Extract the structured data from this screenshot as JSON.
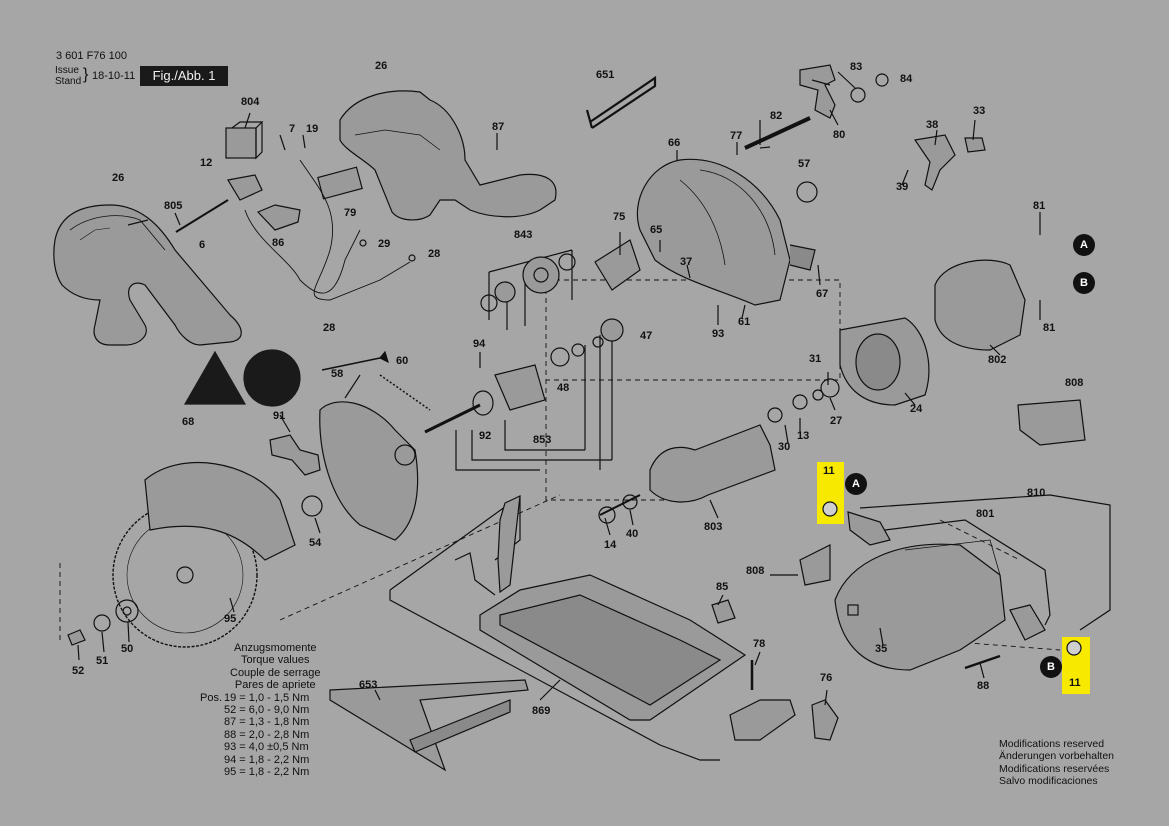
{
  "header": {
    "part_number": "3 601 F76 100",
    "issue_label": "Issue",
    "stand_label": "Stand",
    "date": "18-10-11",
    "figure_label": "Fig./Abb. 1"
  },
  "callouts": [
    {
      "id": "c804",
      "text": "804"
    },
    {
      "id": "c26a",
      "text": "26"
    },
    {
      "id": "c7",
      "text": "7"
    },
    {
      "id": "c19",
      "text": "19"
    },
    {
      "id": "c12",
      "text": "12"
    },
    {
      "id": "c26b",
      "text": "26"
    },
    {
      "id": "c805",
      "text": "805"
    },
    {
      "id": "c6",
      "text": "6"
    },
    {
      "id": "c79",
      "text": "79"
    },
    {
      "id": "c86",
      "text": "86"
    },
    {
      "id": "c29",
      "text": "29"
    },
    {
      "id": "c28a",
      "text": "28"
    },
    {
      "id": "c28b",
      "text": "28"
    },
    {
      "id": "c87",
      "text": "87"
    },
    {
      "id": "c651",
      "text": "651"
    },
    {
      "id": "c66",
      "text": "66"
    },
    {
      "id": "c77",
      "text": "77"
    },
    {
      "id": "c82",
      "text": "82"
    },
    {
      "id": "c83",
      "text": "83"
    },
    {
      "id": "c84",
      "text": "84"
    },
    {
      "id": "c80",
      "text": "80"
    },
    {
      "id": "c33",
      "text": "33"
    },
    {
      "id": "c38",
      "text": "38"
    },
    {
      "id": "c39",
      "text": "39"
    },
    {
      "id": "c57",
      "text": "57"
    },
    {
      "id": "c843",
      "text": "843"
    },
    {
      "id": "c75",
      "text": "75"
    },
    {
      "id": "c65",
      "text": "65"
    },
    {
      "id": "c37",
      "text": "37"
    },
    {
      "id": "c67",
      "text": "67"
    },
    {
      "id": "c81a",
      "text": "81"
    },
    {
      "id": "c81b",
      "text": "81"
    },
    {
      "id": "c802",
      "text": "802"
    },
    {
      "id": "c94",
      "text": "94"
    },
    {
      "id": "c47",
      "text": "47"
    },
    {
      "id": "c93",
      "text": "93"
    },
    {
      "id": "c61",
      "text": "61"
    },
    {
      "id": "c60",
      "text": "60"
    },
    {
      "id": "c58",
      "text": "58"
    },
    {
      "id": "c48",
      "text": "48"
    },
    {
      "id": "c92",
      "text": "92"
    },
    {
      "id": "c853",
      "text": "853"
    },
    {
      "id": "c91",
      "text": "91"
    },
    {
      "id": "c68",
      "text": "68"
    },
    {
      "id": "c54",
      "text": "54"
    },
    {
      "id": "c31",
      "text": "31"
    },
    {
      "id": "c27",
      "text": "27"
    },
    {
      "id": "c24",
      "text": "24"
    },
    {
      "id": "c808a",
      "text": "808"
    },
    {
      "id": "c13",
      "text": "13"
    },
    {
      "id": "c30",
      "text": "30"
    },
    {
      "id": "c810",
      "text": "810"
    },
    {
      "id": "c801",
      "text": "801"
    },
    {
      "id": "c803",
      "text": "803"
    },
    {
      "id": "c40",
      "text": "40"
    },
    {
      "id": "c14",
      "text": "14"
    },
    {
      "id": "c808b",
      "text": "808"
    },
    {
      "id": "c85",
      "text": "85"
    },
    {
      "id": "c95",
      "text": "95"
    },
    {
      "id": "c52",
      "text": "52"
    },
    {
      "id": "c51",
      "text": "51"
    },
    {
      "id": "c50",
      "text": "50"
    },
    {
      "id": "c78",
      "text": "78"
    },
    {
      "id": "c76",
      "text": "76"
    },
    {
      "id": "c35",
      "text": "35"
    },
    {
      "id": "c88",
      "text": "88"
    },
    {
      "id": "c653",
      "text": "653"
    },
    {
      "id": "c869",
      "text": "869"
    },
    {
      "id": "c11a",
      "text": "11"
    },
    {
      "id": "c11b",
      "text": "11"
    }
  ],
  "markers": {
    "a1": "A",
    "b1": "B",
    "a2": "A",
    "b2": "B"
  },
  "torque": {
    "titles": [
      "Anzugsmomente",
      "Torque values",
      "Couple de serrage",
      "Pares de apriete"
    ],
    "pos_label": "Pos.",
    "rows": [
      "19 = 1,0 - 1,5 Nm",
      "52 = 6,0 - 9,0 Nm",
      "87 = 1,3 - 1,8 Nm",
      "88 = 2,0 - 2,8 Nm",
      "93 = 4,0 ±0,5 Nm",
      "94 = 1,8 - 2,2 Nm",
      "95 = 1,8 - 2,2 Nm"
    ]
  },
  "modifications": [
    "Modifications reserved",
    "Änderungen vorbehalten",
    "Modifications reservées",
    "Salvo modificaciones"
  ],
  "colors": {
    "background": "#a6a6a6",
    "line": "#111111",
    "highlight": "#f7ea00",
    "part_fill": "#9a9a9a",
    "part_shadow": "#7a7a7a"
  }
}
